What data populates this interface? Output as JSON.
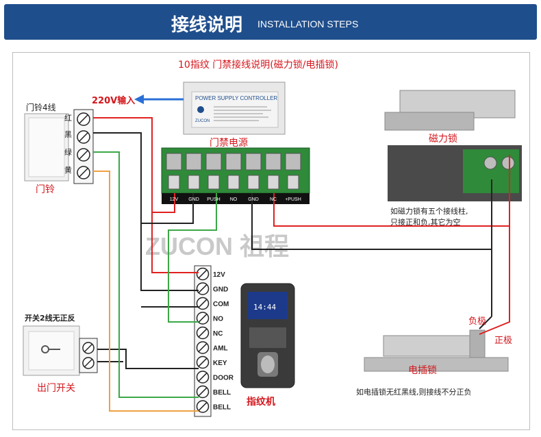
{
  "header": {
    "title": "接线说明",
    "subtitle": "INSTALLATION STEPS"
  },
  "diagram_title": "10指纹 门禁接线说明(磁力锁/电插锁)",
  "ac_input": "220V输入",
  "power_supply": {
    "case_title": "POWER SUPPLY CONTROLLER",
    "brand": "ZUCON",
    "caption": "门禁电源",
    "terminals": [
      "12V",
      "GND",
      "PUSH",
      "NO",
      "GND",
      "NC",
      "+PUSH"
    ]
  },
  "doorbell": {
    "title": "门铃4线",
    "caption": "门铃",
    "wire_colors": [
      "红",
      "黑",
      "绿",
      "黄"
    ]
  },
  "maglock": {
    "caption": "磁力锁",
    "note_line1": "如磁力锁有五个接线柱,",
    "note_line2": "只接正和负,其它为空"
  },
  "watermark": "ZUCON 祖程",
  "exit_switch": {
    "title": "开关2线无正反",
    "caption": "出门开关"
  },
  "reader": {
    "caption": "指纹机",
    "screen_time": "14:44",
    "terminals": [
      "12V",
      "GND",
      "COM",
      "NO",
      "NC",
      "AML",
      "KEY",
      "DOOR",
      "BELL",
      "BELL"
    ]
  },
  "strike": {
    "neg_label": "负极",
    "pos_label": "正极",
    "caption": "电插锁",
    "note": "如电插锁无红黑线,则接线不分正负"
  },
  "colors": {
    "header": "#1f4e8c",
    "red_wire": "#e02020",
    "black_wire": "#222222",
    "green_wire": "#3aa845",
    "orange_wire": "#f0a040",
    "terminal_green": "#2f8a3a",
    "label_red": "#d4161c"
  }
}
